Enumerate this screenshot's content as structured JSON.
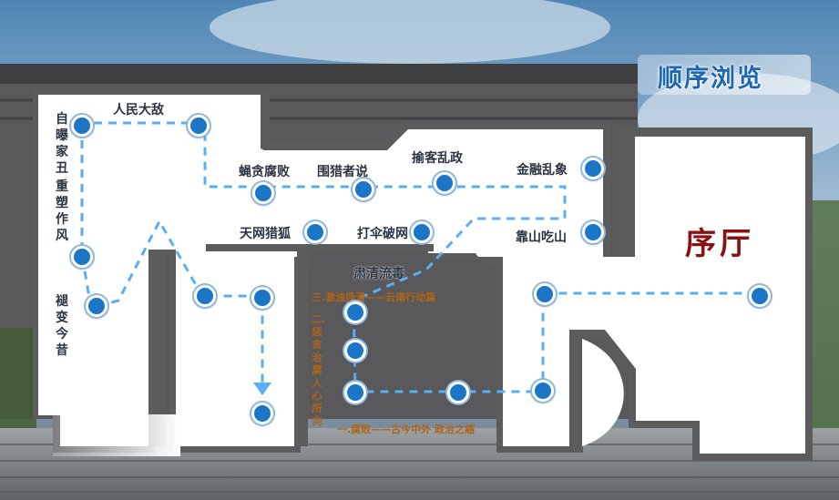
{
  "title": "顺序浏览",
  "hall": "序厅",
  "exhibits": [
    {
      "id": "renmin",
      "text": "人民大敌"
    },
    {
      "id": "yingtan",
      "text": "蝇贪腐败"
    },
    {
      "id": "weilie",
      "text": "围猎者说"
    },
    {
      "id": "yuke",
      "text": "揄客乱政"
    },
    {
      "id": "jinrong",
      "text": "金融乱象"
    },
    {
      "id": "tianwang",
      "text": "天网猎狐"
    },
    {
      "id": "dasan",
      "text": "打伞破网"
    },
    {
      "id": "kaoshan",
      "text": "靠山吃山"
    },
    {
      "id": "suqing",
      "text": "肃清流毒"
    }
  ],
  "vertical_exhibits": [
    {
      "id": "zipu",
      "text": "自曝家丑"
    },
    {
      "id": "chongsu",
      "text": "重塑作风"
    },
    {
      "id": "tuibian",
      "text": "褪变今昔"
    }
  ],
  "sections": {
    "s1": "一.腐败——古今中外  政治之癌",
    "s2": "二.惩贪治腐  人心所向",
    "s3": "三.激浊扬清——云南行动篇"
  },
  "colors": {
    "node": "#1b76c8",
    "path": "#5aaef2",
    "hall": "#8b1010",
    "title": "#1d67b2",
    "section": "#b06416"
  }
}
